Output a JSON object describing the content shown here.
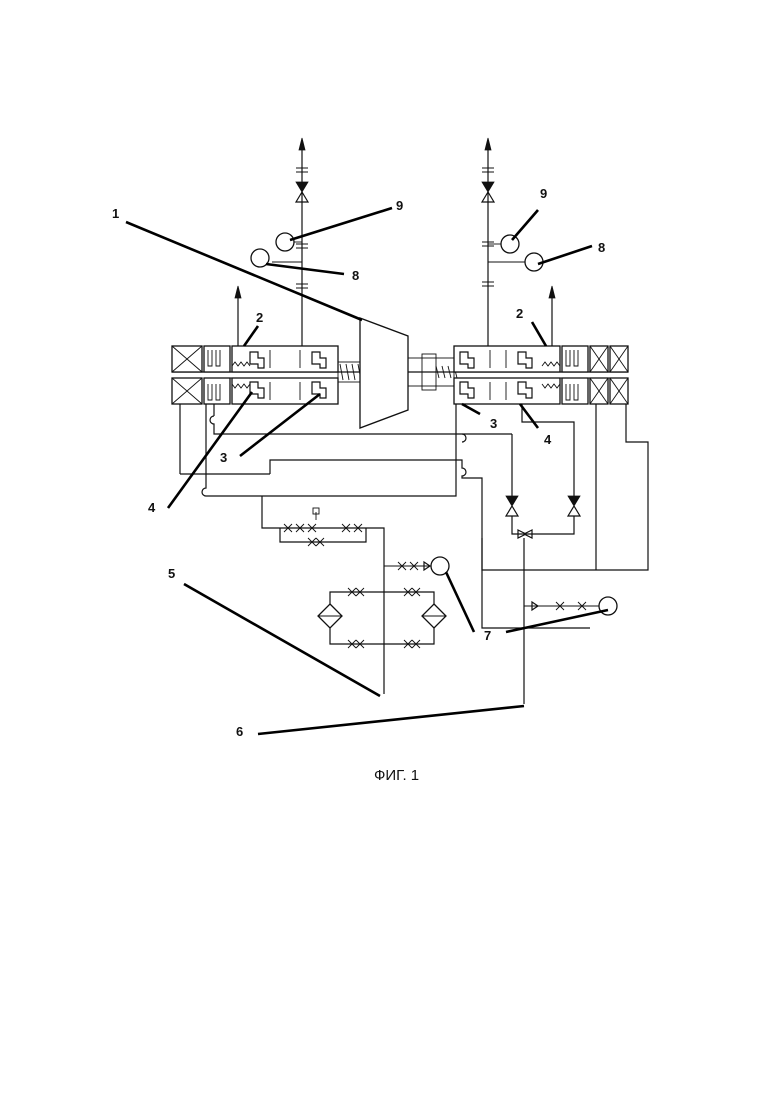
{
  "figure": {
    "caption": "ФИГ. 1",
    "labels": {
      "l1": "1",
      "l2_left": "2",
      "l2_right": "2",
      "l3_left": "3",
      "l3_right": "3",
      "l4_left": "4",
      "l4_right": "4",
      "l5": "5",
      "l6": "6",
      "l7": "7",
      "l8_left": "8",
      "l8_right": "8",
      "l9_left": "9",
      "l9_right": "9"
    }
  }
}
